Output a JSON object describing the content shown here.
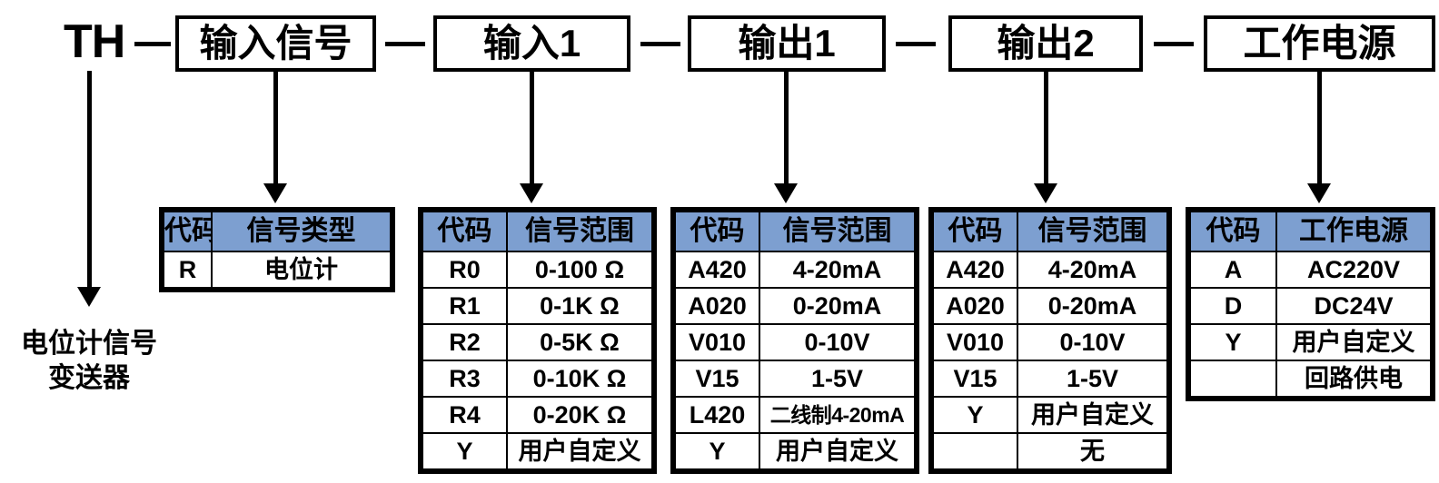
{
  "model": {
    "prefix": "TH",
    "separator": "—",
    "segments": [
      {
        "label": "输入信号"
      },
      {
        "label": "输入1"
      },
      {
        "label": "输出1"
      },
      {
        "label": "输出2"
      },
      {
        "label": "工作电源"
      }
    ]
  },
  "caption": {
    "line1": "电位计信号",
    "line2": "变送器"
  },
  "colors": {
    "header_bg": "#7d9fd0",
    "border": "#000000",
    "background": "#ffffff"
  },
  "tables": [
    {
      "name": "signal-type",
      "headers": [
        "代码",
        "信号类型"
      ],
      "rows": [
        [
          "R",
          "电位计"
        ]
      ]
    },
    {
      "name": "input1-range",
      "headers": [
        "代码",
        "信号范围"
      ],
      "rows": [
        [
          "R0",
          "0-100 Ω"
        ],
        [
          "R1",
          "0-1K Ω"
        ],
        [
          "R2",
          "0-5K Ω"
        ],
        [
          "R3",
          "0-10K Ω"
        ],
        [
          "R4",
          "0-20K Ω"
        ],
        [
          "Y",
          "用户自定义"
        ]
      ]
    },
    {
      "name": "output1-range",
      "headers": [
        "代码",
        "信号范围"
      ],
      "rows": [
        [
          "A420",
          "4-20mA"
        ],
        [
          "A020",
          "0-20mA"
        ],
        [
          "V010",
          "0-10V"
        ],
        [
          "V15",
          "1-5V"
        ],
        [
          "L420",
          "二线制4-20mA"
        ],
        [
          "Y",
          "用户自定义"
        ]
      ]
    },
    {
      "name": "output2-range",
      "headers": [
        "代码",
        "信号范围"
      ],
      "rows": [
        [
          "A420",
          "4-20mA"
        ],
        [
          "A020",
          "0-20mA"
        ],
        [
          "V010",
          "0-10V"
        ],
        [
          "V15",
          "1-5V"
        ],
        [
          "Y",
          "用户自定义"
        ],
        [
          "",
          "无"
        ]
      ]
    },
    {
      "name": "power-supply",
      "headers": [
        "代码",
        "工作电源"
      ],
      "rows": [
        [
          "A",
          "AC220V"
        ],
        [
          "D",
          "DC24V"
        ],
        [
          "Y",
          "用户自定义"
        ],
        [
          "",
          "回路供电"
        ]
      ]
    }
  ]
}
